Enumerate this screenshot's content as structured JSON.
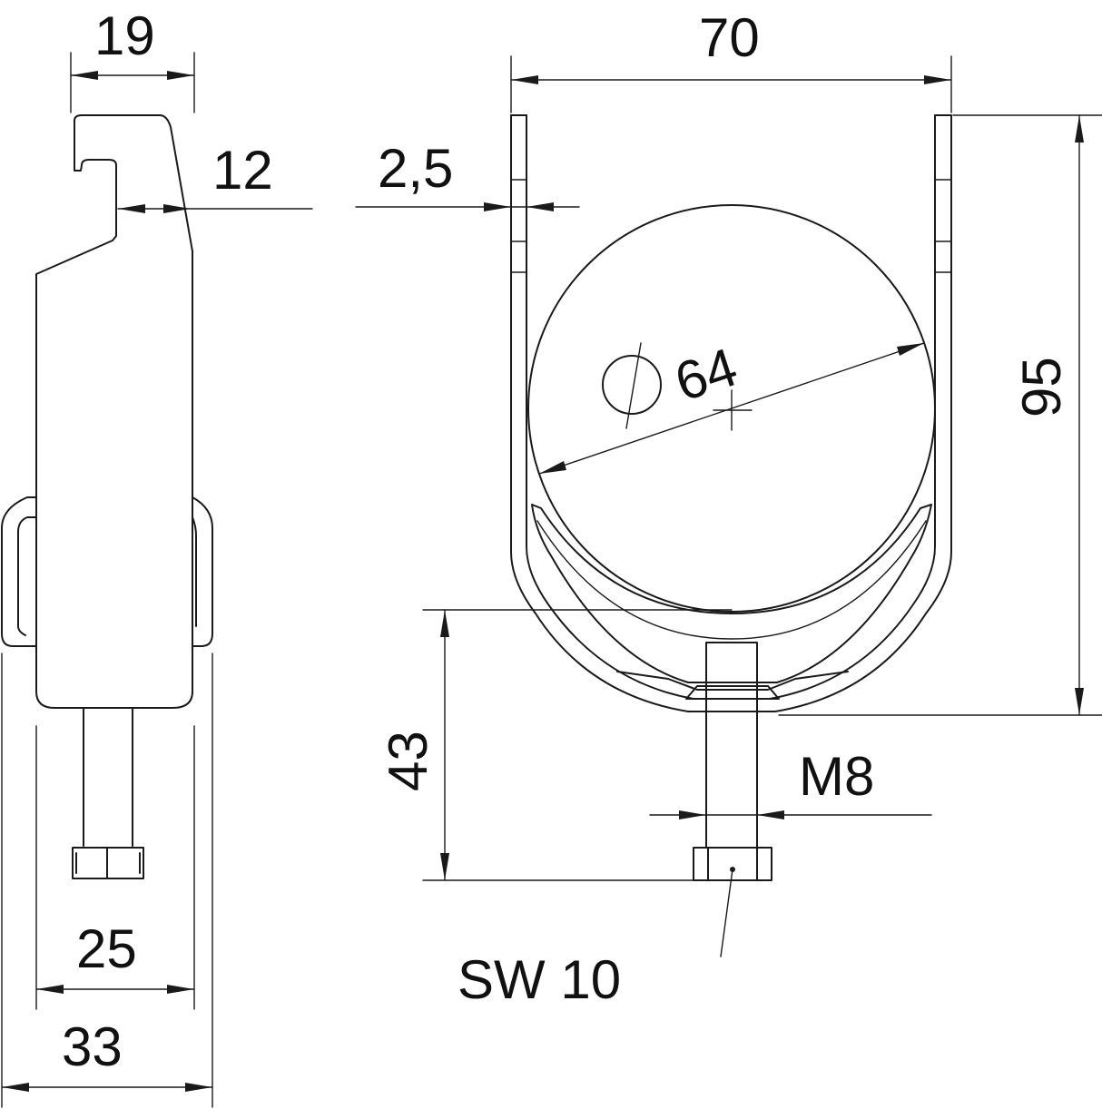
{
  "drawing": {
    "side_view": {
      "dim_width_top": "19",
      "dim_hook_gap": "12",
      "dim_strap_width": "25",
      "dim_overall_width": "33"
    },
    "front_view": {
      "dim_overall_width": "70",
      "dim_material_thickness": "2,5",
      "dim_clamp_diameter": "64",
      "dim_overall_height": "95",
      "dim_bolt_length": "43",
      "dim_thread": "M8",
      "dim_wrench_size": "SW 10"
    }
  }
}
